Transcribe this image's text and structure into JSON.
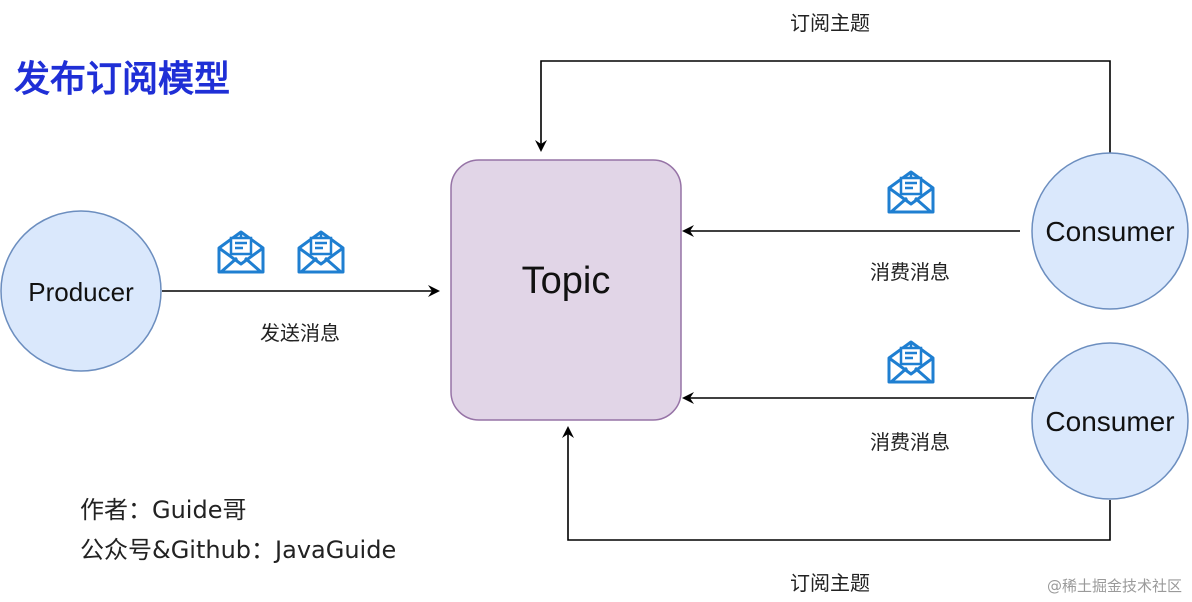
{
  "title": "发布订阅模型",
  "nodes": {
    "producer": "Producer",
    "topic": "Topic",
    "consumer_top": "Consumer",
    "consumer_bottom": "Consumer"
  },
  "edges": {
    "send_message": "发送消息",
    "consume_message_top": "消费消息",
    "consume_message_bottom": "消费消息",
    "subscribe_top": "订阅主题",
    "subscribe_bottom": "订阅主题"
  },
  "author": {
    "line1": "作者：Guide哥",
    "line2": "公众号&Github：JavaGuide"
  },
  "watermark": "@稀土掘金技术社区",
  "colors": {
    "title": "#1f2fd6",
    "circle_fill": "#dae8fc",
    "circle_stroke": "#6c8ebf",
    "topic_fill": "#e1d5e7",
    "topic_stroke": "#9673a6",
    "arrow": "#000000",
    "message_icon": "#1f7fd1"
  },
  "icons": [
    "message-envelope-icon"
  ]
}
